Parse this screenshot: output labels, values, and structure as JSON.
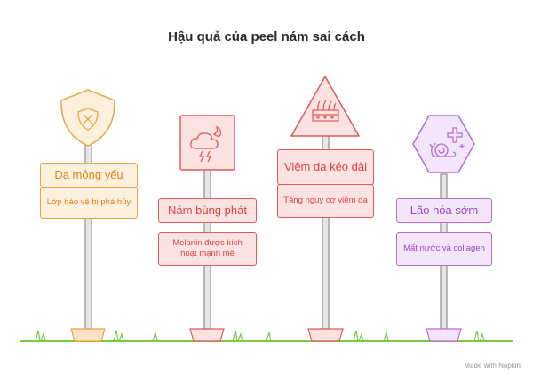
{
  "title": "Hậu quả của peel nám sai cách",
  "signs": [
    {
      "heading": "Da mỏng yếu",
      "description": "Lớp bảo vệ bị phá hủy",
      "icon": "shield-x-icon",
      "color": "#e8a548"
    },
    {
      "heading": "Nám bùng phát",
      "description": "Melanin được kích hoạt mạnh mẽ",
      "icon": "storm-cloud-icon",
      "color": "#df5a5a"
    },
    {
      "heading": "Viêm da kéo dài",
      "description": "Tăng nguy cơ viêm da",
      "icon": "skin-inflammation-icon",
      "color": "#df5a5a"
    },
    {
      "heading": "Lão hóa sớm",
      "description": "Mất nước và collagen",
      "icon": "snail-cross-icon",
      "color": "#b86ad8"
    }
  ],
  "footer": "Made with  Napkin"
}
